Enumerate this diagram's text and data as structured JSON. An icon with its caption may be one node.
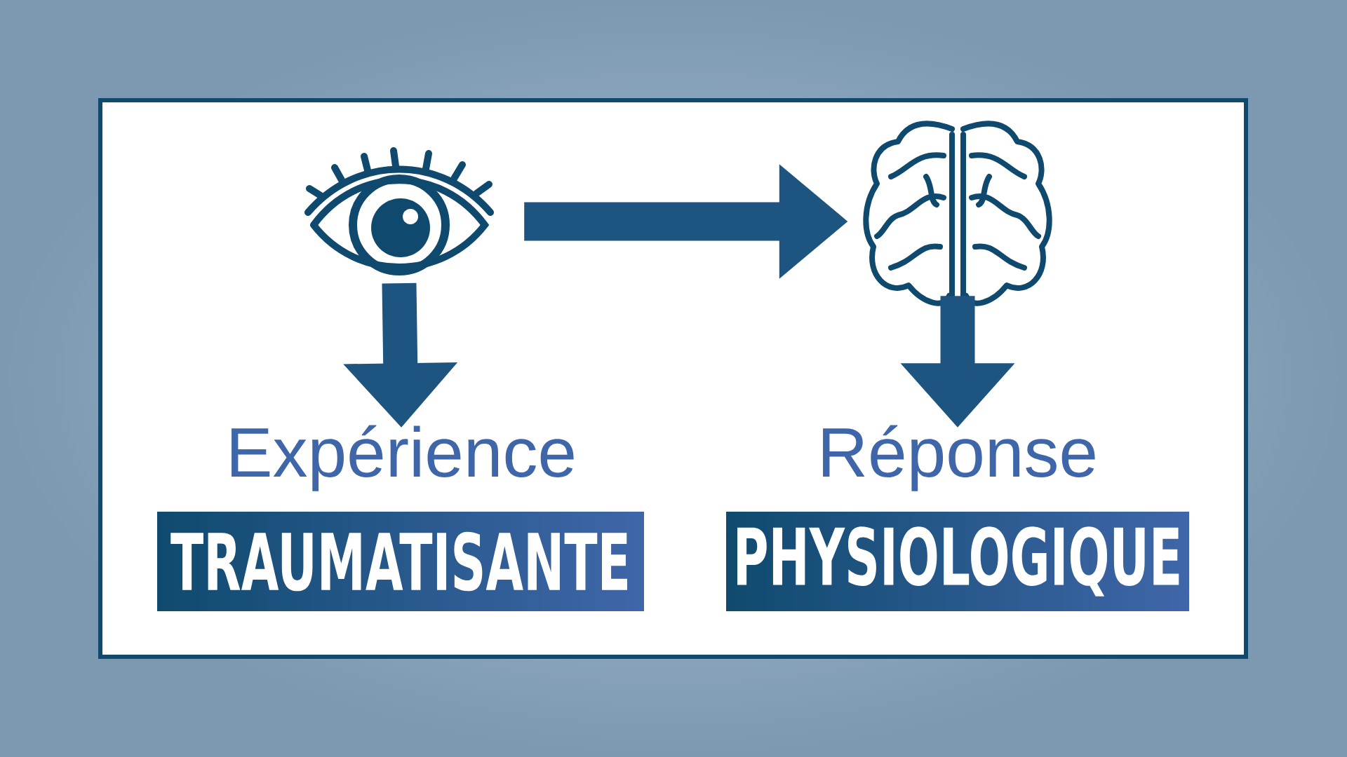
{
  "diagram": {
    "nodes": [
      {
        "text": [],
        "shape": "picture"
      },
      {
        "text": [
          "Expérience",
          "TRAUMATISANTE"
        ]
      },
      {
        "text": [],
        "shape": "picture"
      },
      {
        "text": [
          "Réponse",
          "PHYSIOLOGIQUE"
        ]
      }
    ],
    "edges": [
      {
        "from": 0,
        "to": 1,
        "arrow": "to"
      },
      {
        "from": 0,
        "to": 2,
        "arrow": "to"
      },
      {
        "from": 2,
        "to": 3,
        "arrow": "to"
      }
    ]
  }
}
